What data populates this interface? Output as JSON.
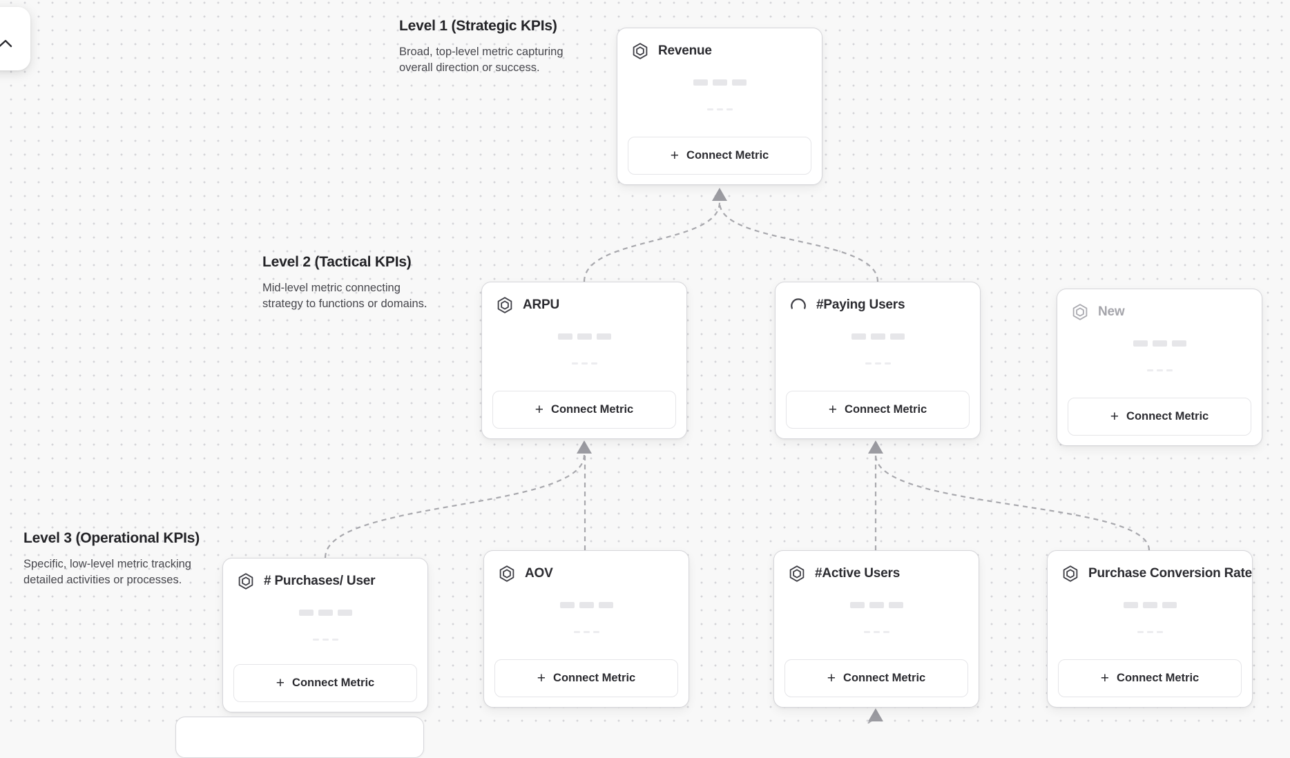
{
  "levels": [
    {
      "title": "Level 1 (Strategic KPIs)",
      "description": "Broad, top-level metric capturing overall direction or success."
    },
    {
      "title": "Level 2 (Tactical KPIs)",
      "description": "Mid-level metric connecting strategy to functions or domains."
    },
    {
      "title": "Level 3 (Operational KPIs)",
      "description": "Specific, low-level metric tracking detailed activities or processes."
    }
  ],
  "cards": [
    {
      "title": "Revenue",
      "icon": "hexagon-metric-icon",
      "level": 1,
      "state": "default"
    },
    {
      "title": "ARPU",
      "icon": "hexagon-metric-icon",
      "level": 2,
      "state": "default"
    },
    {
      "title": "#Paying Users",
      "icon": "spinner-icon",
      "level": 2,
      "state": "loading"
    },
    {
      "title": "New",
      "icon": "hexagon-metric-icon",
      "level": 2,
      "state": "draft"
    },
    {
      "title": "# Purchases/ User",
      "icon": "hexagon-metric-icon",
      "level": 3,
      "state": "default"
    },
    {
      "title": "AOV",
      "icon": "hexagon-metric-icon",
      "level": 3,
      "state": "default"
    },
    {
      "title": "#Active Users",
      "icon": "hexagon-metric-icon",
      "level": 3,
      "state": "default"
    },
    {
      "title": "Purchase Conversion Rate",
      "icon": "hexagon-metric-icon",
      "level": 3,
      "state": "default"
    }
  ],
  "ui": {
    "connect_metric": "Connect Metric",
    "plus": "+"
  },
  "colors": {
    "canvas_bg": "#f8f8f8",
    "dot": "#d4d4d8",
    "card_border": "#d6d6da",
    "text_primary": "#2b2b30",
    "text_muted": "#a5a5ab",
    "edge": "#a8a8ad"
  }
}
